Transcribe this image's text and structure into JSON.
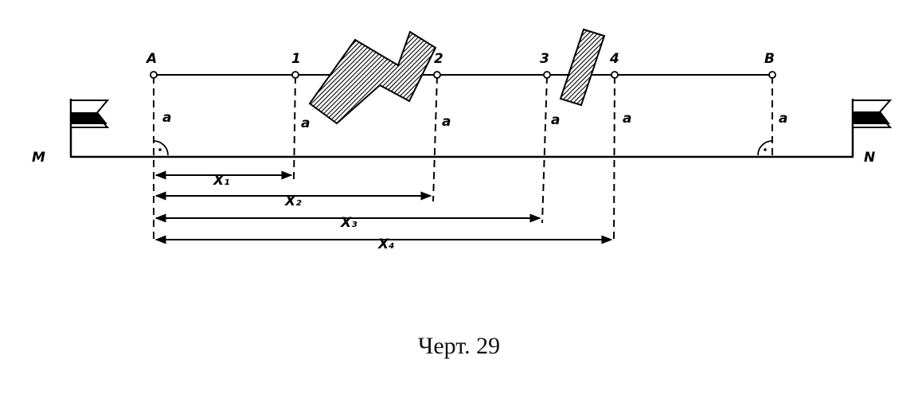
{
  "caption": "Черт. 29",
  "line_labels": {
    "left": "M",
    "right": "N"
  },
  "points": {
    "A": "A",
    "p1": "1",
    "p2": "2",
    "p3": "3",
    "p4": "4",
    "B": "B"
  },
  "offset_label": "a",
  "distances": {
    "x1": "X₁",
    "x2": "X₂",
    "x3": "X₃",
    "x4": "X₄"
  },
  "colors": {
    "ink": "#000000",
    "background": "#ffffff"
  },
  "icons": [
    "flag-icon",
    "right-angle-icon",
    "obstacle-hatched"
  ]
}
